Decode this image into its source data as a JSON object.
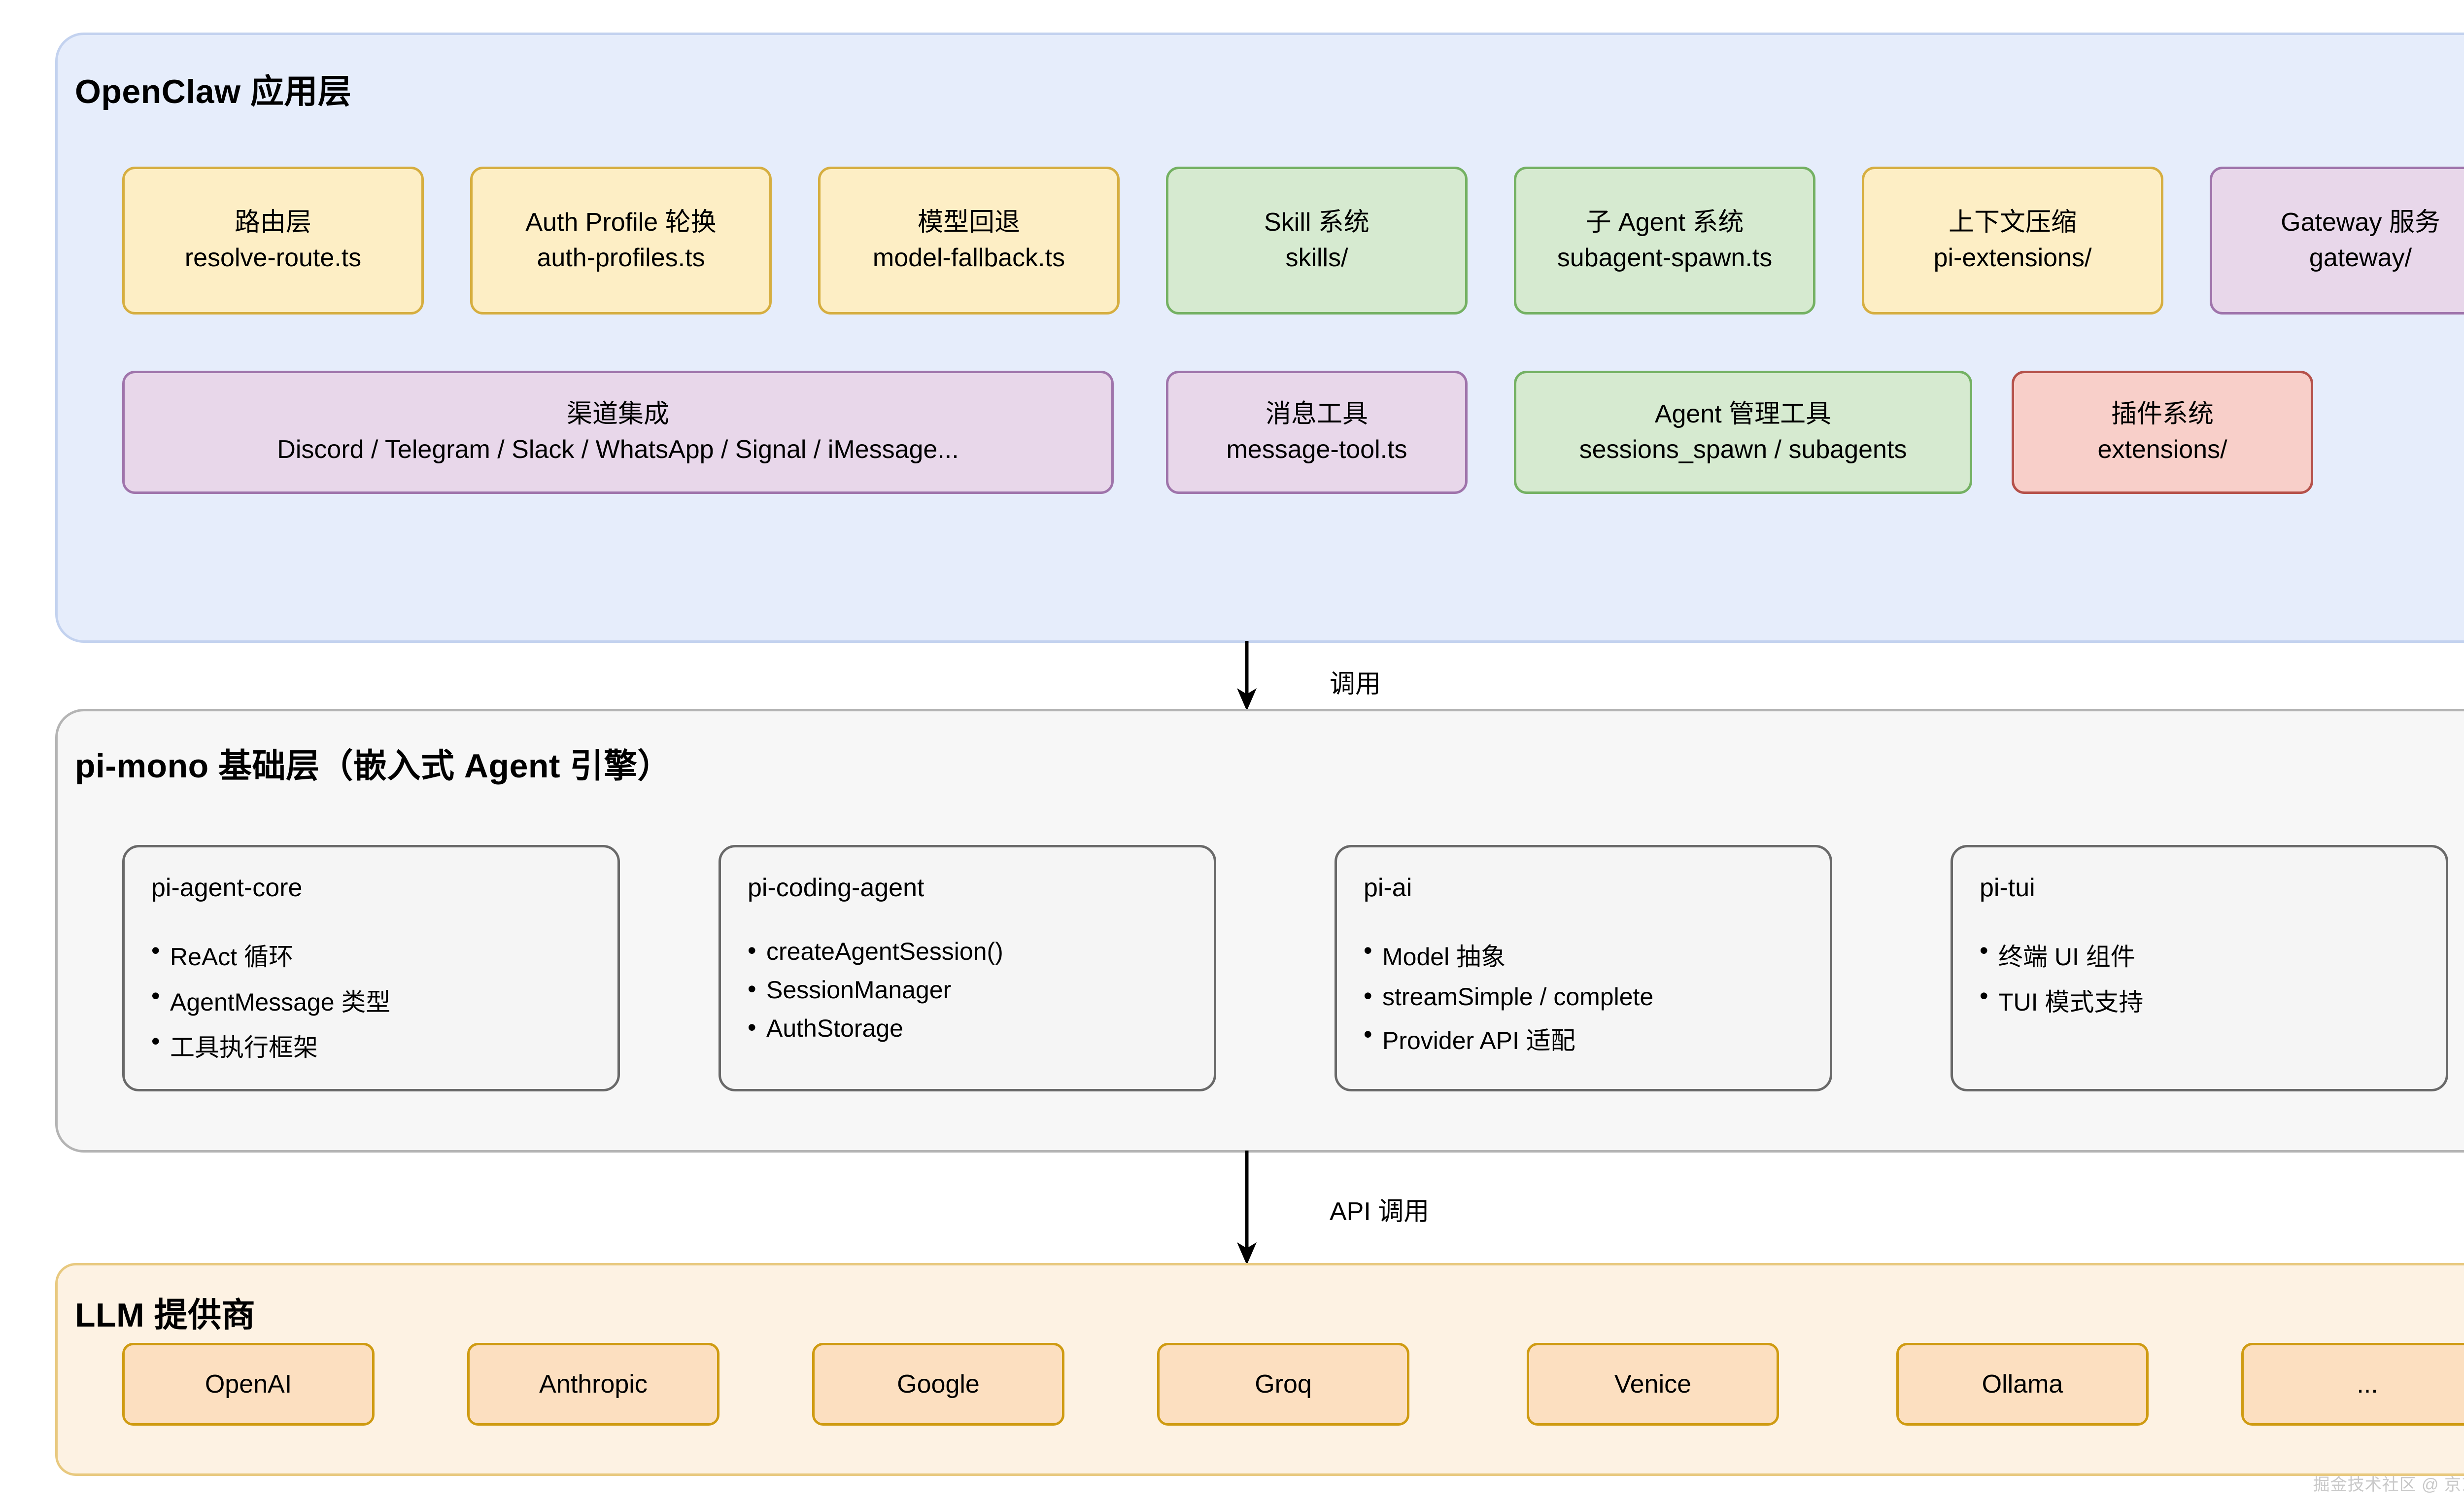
{
  "layers": {
    "app": {
      "title": "OpenClaw 应用层",
      "bg_color": "#e6edfb",
      "border_color": "#c3d2ef",
      "row1": [
        {
          "l1": "路由层",
          "l2": "resolve-route.ts",
          "color": "yellow"
        },
        {
          "l1": "Auth Profile 轮换",
          "l2": "auth-profiles.ts",
          "color": "yellow"
        },
        {
          "l1": "模型回退",
          "l2": "model-fallback.ts",
          "color": "yellow"
        },
        {
          "l1": "Skill 系统",
          "l2": "skills/",
          "color": "green"
        },
        {
          "l1": "子 Agent 系统",
          "l2": "subagent-spawn.ts",
          "color": "green"
        },
        {
          "l1": "上下文压缩",
          "l2": "pi-extensions/",
          "color": "yellow"
        },
        {
          "l1": "Gateway 服务",
          "l2": "gateway/",
          "color": "purple"
        }
      ],
      "row2": [
        {
          "l1": "渠道集成",
          "l2": "Discord / Telegram / Slack / WhatsApp / Signal / iMessage...",
          "color": "purple"
        },
        {
          "l1": "消息工具",
          "l2": "message-tool.ts",
          "color": "purple"
        },
        {
          "l1": "Agent 管理工具",
          "l2": "sessions_spawn / subagents",
          "color": "green"
        },
        {
          "l1": "插件系统",
          "l2": "extensions/",
          "color": "red"
        }
      ]
    },
    "pimono": {
      "title": "pi-mono 基础层（嵌入式 Agent 引擎）",
      "bg_color": "#f7f7f7",
      "border_color": "#b4b4b4",
      "packages": [
        {
          "name": "pi-agent-core",
          "items": [
            "ReAct 循环",
            "AgentMessage 类型",
            "工具执行框架"
          ]
        },
        {
          "name": "pi-coding-agent",
          "items": [
            "createAgentSession()",
            "SessionManager",
            "AuthStorage"
          ]
        },
        {
          "name": "pi-ai",
          "items": [
            "Model 抽象",
            "streamSimple / complete",
            "Provider API 适配"
          ]
        },
        {
          "name": "pi-tui",
          "items": [
            "终端 UI 组件",
            "TUI 模式支持"
          ]
        }
      ]
    },
    "llm": {
      "title": "LLM 提供商",
      "bg_color": "#fdf2e3",
      "border_color": "#e8c97f",
      "providers": [
        "OpenAI",
        "Anthropic",
        "Google",
        "Groq",
        "Venice",
        "Ollama",
        "..."
      ]
    }
  },
  "arrows": [
    {
      "label": "调用",
      "from": "app",
      "to": "pimono"
    },
    {
      "label": "API 调用",
      "from": "pimono",
      "to": "llm"
    }
  ],
  "watermark": "掘金技术社区 @ 京东云开发者"
}
